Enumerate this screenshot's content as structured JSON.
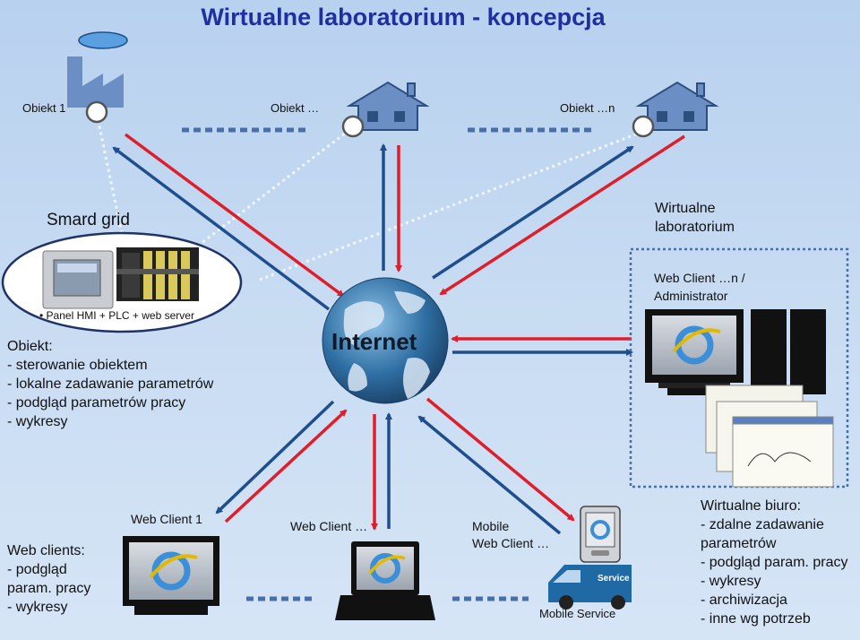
{
  "title": "Wirtualne laboratorium - koncepcja",
  "objects": [
    "Obiekt 1",
    "Obiekt …",
    "Obiekt …n"
  ],
  "smart_grid": {
    "label": "Smard grid",
    "bullet": "Panel HMI  +  PLC + web server"
  },
  "object_features": [
    "Obiekt:",
    "- sterowanie obiektem",
    "- lokalne zadawanie parametrów",
    "- podgląd  parametrów pracy",
    "- wykresy"
  ],
  "internet_label": "Internet",
  "lab": {
    "label_line1": "Wirtualne",
    "label_line2": "laboratorium",
    "client_line1": "Web Client …n /",
    "client_line2": "Administrator"
  },
  "web_clients_desc": [
    "Web clients:",
    "- podgląd",
    "param. pracy",
    "- wykresy"
  ],
  "clients": {
    "client1": "Web Client 1",
    "client_dots": "Web Client …",
    "mobile_line1": "Mobile",
    "mobile_line2": "Web Client …",
    "mobile_service": "Mobile Service",
    "service_badge": "Service"
  },
  "office": [
    "Wirtualne biuro:",
    "- zdalne zadawanie",
    "parametrów",
    "- podgląd param. pracy",
    "- wykresy",
    "- archiwizacja",
    "- inne wg potrzeb"
  ],
  "colors": {
    "title": "#1f2fa0",
    "arrow_red": "#e01e2b",
    "arrow_blue": "#1f4e8c",
    "globe": "#2f6fa3"
  }
}
